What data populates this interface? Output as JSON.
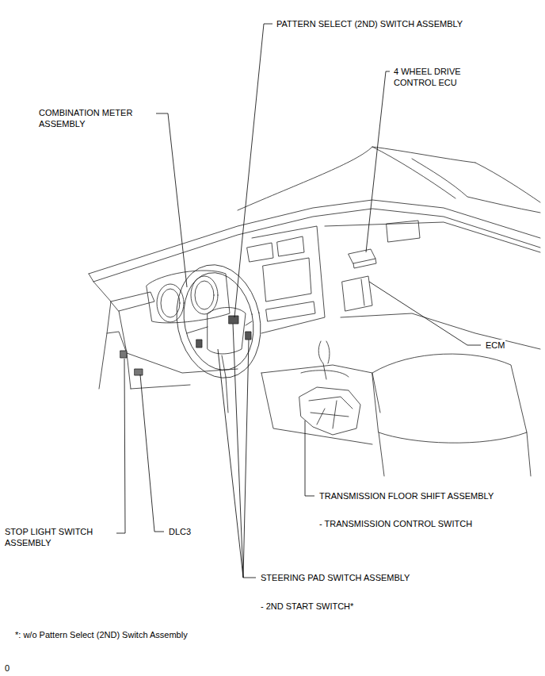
{
  "diagram": {
    "labels": [
      "PATTERN SELECT (2ND) SWITCH ASSEMBLY",
      "4 WHEEL DRIVE CONTROL ECU",
      "COMBINATION METER ASSEMBLY",
      "ECM",
      "TRANSMISSION FLOOR SHIFT ASSEMBLY",
      "- TRANSMISSION CONTROL SWITCH",
      "STOP LIGHT SWITCH ASSEMBLY",
      "DLC3",
      "STEERING PAD SWITCH ASSEMBLY",
      "- 2ND START SWITCH*",
      "*: w/o Pattern Select (2ND) Switch Assembly",
      "0"
    ]
  }
}
